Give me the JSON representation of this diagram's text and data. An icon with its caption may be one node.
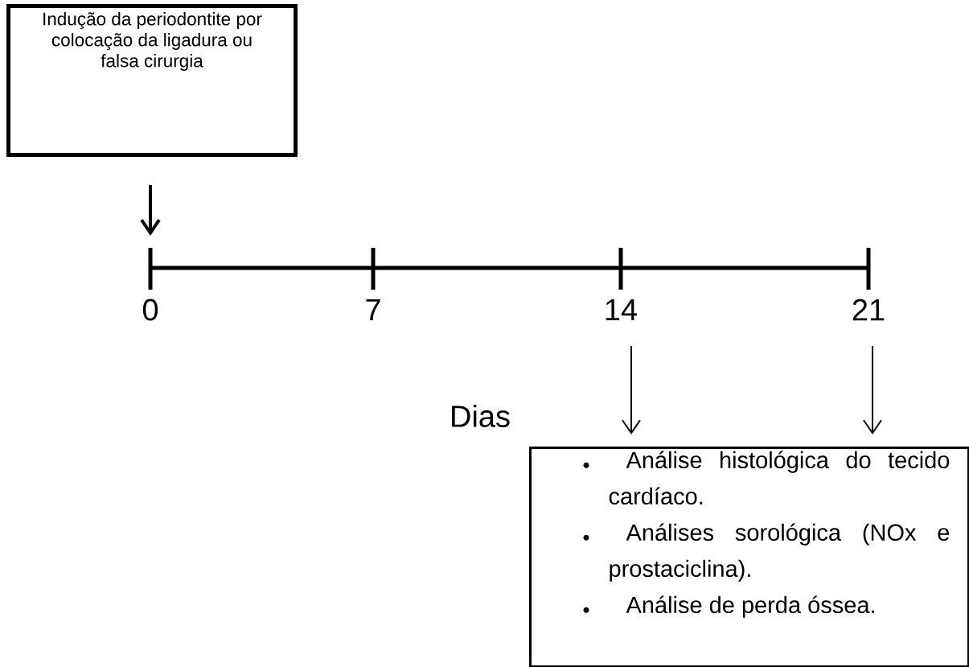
{
  "diagram": {
    "nodes": [
      {
        "text": [
          "Indução da periodontite por colocação da ligadura ou falsa cirurgia"
        ]
      },
      {
        "text": [],
        "shape": "bar"
      },
      {
        "text": [
          "Análise histológica do tecido cardíaco.",
          "Análises sorológica (NOx e prostaciclina).",
          "Análise de perda óssea."
        ]
      }
    ],
    "edges": [
      {
        "from": 0,
        "to": 1,
        "arrow": "to",
        "style": "thick"
      },
      {
        "from": null,
        "to": 2,
        "arrow": "to"
      },
      {
        "from": null,
        "to": 2,
        "arrow": "to"
      }
    ],
    "labels": [
      "0",
      "7",
      "14",
      "21",
      "Dias"
    ]
  }
}
